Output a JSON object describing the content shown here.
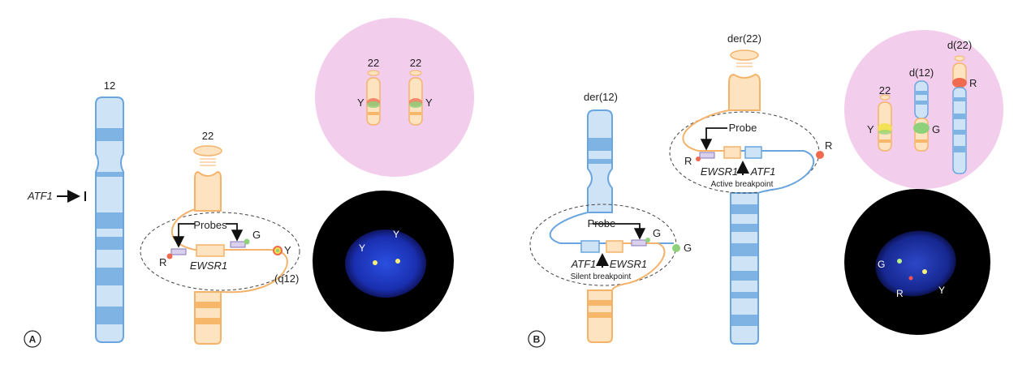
{
  "panels": {
    "a": {
      "letter": "A",
      "chr12": "12",
      "chr22": "22",
      "gene_arrow": "ATF1",
      "probes": "Probes",
      "gene": "EWSR1",
      "r": "R",
      "g": "G",
      "y": "Y",
      "band": "(q12)",
      "meta_22_left": "22",
      "meta_22_right": "22",
      "meta_y_left": "Y",
      "meta_y_right": "Y",
      "nuc_y1": "Y",
      "nuc_y2": "Y"
    },
    "b": {
      "letter": "B",
      "der12": "der(12)",
      "der22": "der(22)",
      "probe_left": "Probe",
      "probe_right": "Probe",
      "g_small": "G",
      "g_big": "G",
      "atf1_left": "ATF1",
      "ewsr1_left": "EWSR1",
      "silent": "Silent breakpoint",
      "r_left": "R",
      "ewsr1_right": "EWSR1",
      "atf1_right": "ATF1",
      "active": "Active breakpoint",
      "r_right": "R",
      "meta_22": "22",
      "meta_d12": "d(12)",
      "meta_d22": "d(22)",
      "meta_y": "Y",
      "meta_g": "G",
      "meta_r": "R",
      "nuc_g": "G",
      "nuc_r": "R",
      "nuc_y": "Y"
    }
  },
  "colors": {
    "blue_fill": "#cfe3f7",
    "blue_band": "#7fb3e3",
    "blue_stroke": "#6aa6dd",
    "orange_fill": "#fde3bf",
    "orange_band": "#f7b76a",
    "orange_stroke": "#f4b36a",
    "pink_circle": "#f3cdec",
    "red": "#f06a50",
    "green": "#8fd17a",
    "yellow": "#f2e04a"
  }
}
